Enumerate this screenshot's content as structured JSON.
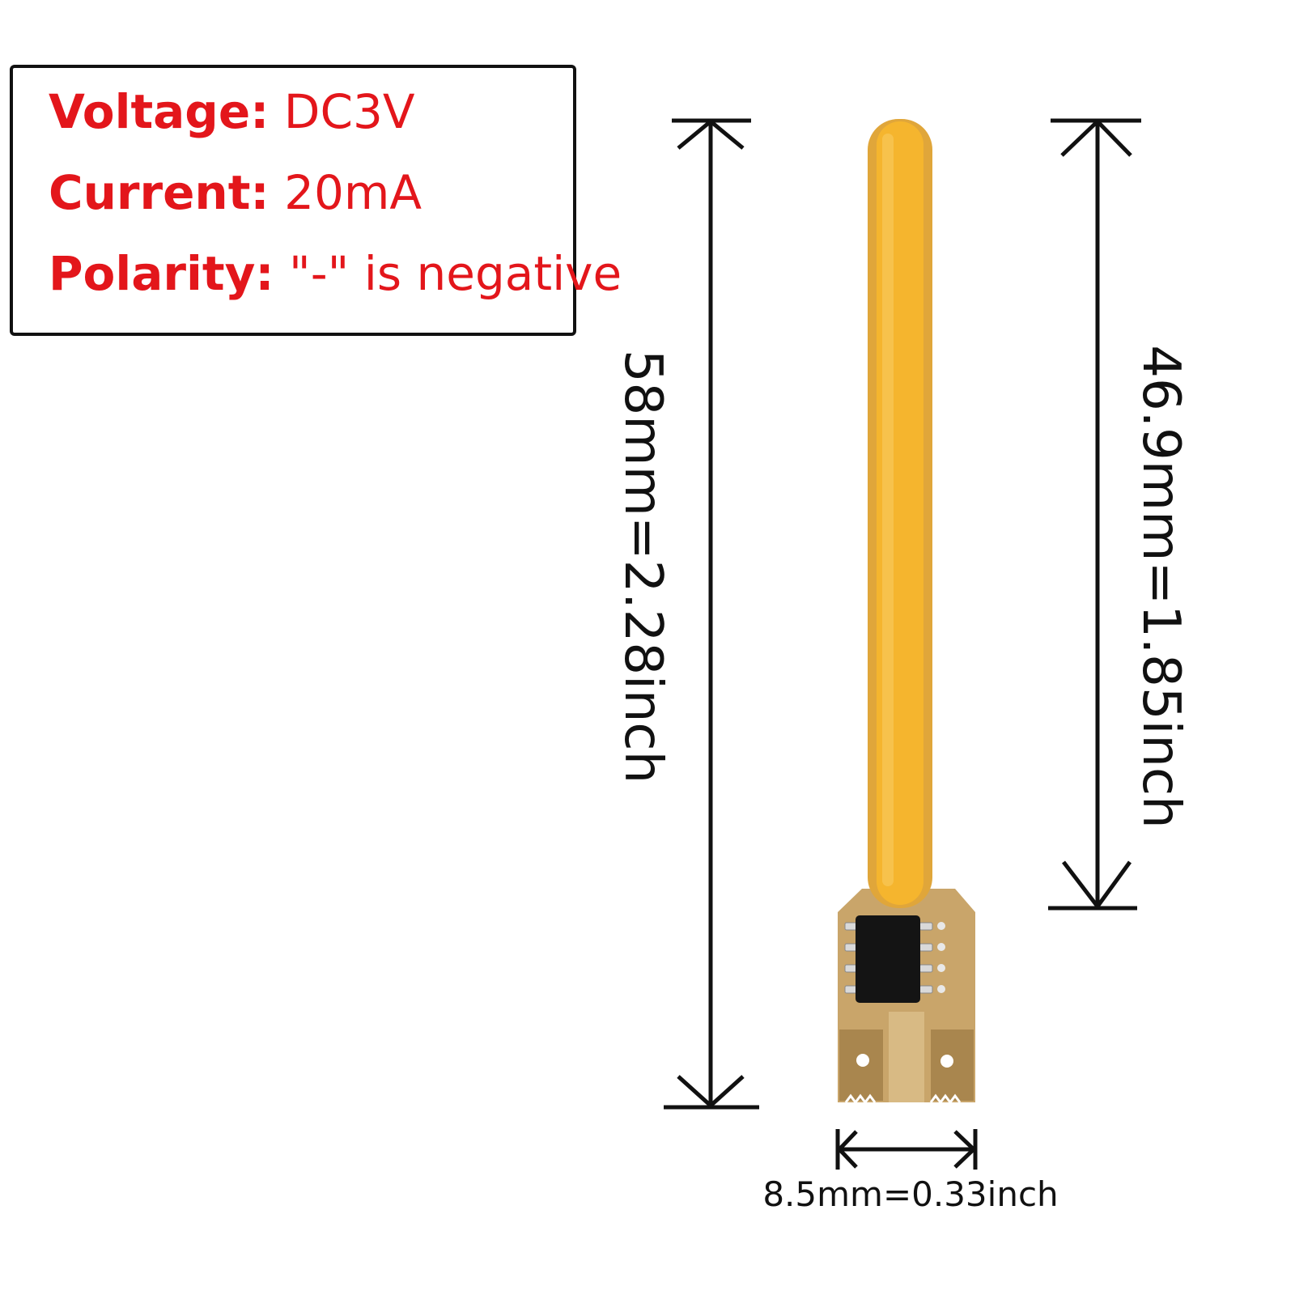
{
  "specs": {
    "voltage": {
      "label": "Voltage:",
      "value": "DC3V"
    },
    "current": {
      "label": "Current:",
      "value": "20mA"
    },
    "polarity": {
      "label": "Polarity:",
      "value": "\"-\" is negative"
    }
  },
  "dimensions": {
    "total_length": "58mm=2.28inch",
    "filament_length": "46.9mm=1.85inch",
    "width": "8.5mm=0.33inch"
  },
  "colors": {
    "spec_text": "#e3161b",
    "filament": "#f5b52e",
    "pcb": "#c9a56a",
    "chip": "#141414",
    "dimension_lines": "#111111"
  }
}
